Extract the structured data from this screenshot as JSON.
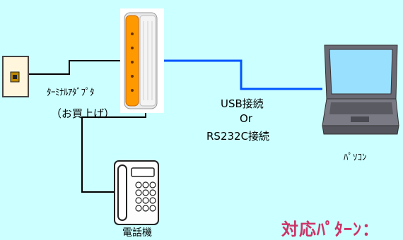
{
  "terminal_adapter": {
    "name": "ﾀｰﾐﾅﾙｱﾀﾞﾌﾟﾀ",
    "note": "（お買上げ）"
  },
  "connection": {
    "line1": "USB接続",
    "line2": "Or",
    "line3": "RS232C接続"
  },
  "pc": {
    "label": "ﾊﾟｿｺﾝ"
  },
  "phone": {
    "label": "電話機"
  },
  "pattern": {
    "title": "対応ﾊﾟﾀｰﾝ："
  },
  "colors": {
    "background": "#ccffff",
    "usb_line": "#0055ff",
    "adapter_accent": "#ff9900",
    "title": "#cc3366"
  }
}
